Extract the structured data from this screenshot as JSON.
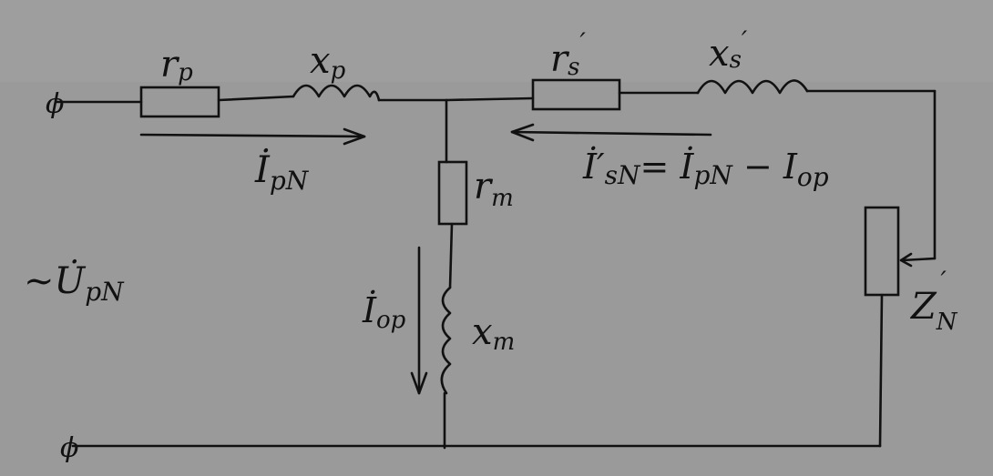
{
  "colors": {
    "paper": "#9a9a9a",
    "ink": "#111111"
  },
  "labels": {
    "r_primary": "r",
    "r_primary_sub": "p",
    "x_primary": "x",
    "x_primary_sub": "p",
    "r_secondary": "r",
    "r_secondary_sub": "s",
    "r_secondary_prime": "′",
    "x_secondary": "x",
    "x_secondary_sub": "s",
    "x_secondary_prime": "′",
    "r_magnetizing": "r",
    "r_magnetizing_sub": "m",
    "x_magnetizing": "x",
    "x_magnetizing_sub": "m",
    "z_load": "Z",
    "z_load_sub": "N",
    "z_load_prime": "′",
    "i_primary": "İ",
    "i_primary_sub": "pN",
    "i_secondary_eq": "İ′",
    "i_secondary_eq_sub": "sN",
    "i_secondary_rhs": "= İ",
    "i_secondary_rhs_sub": "pN",
    "i_secondary_minus": " − I",
    "i_secondary_minus_sub": "op",
    "i_zero": "İ",
    "i_zero_sub": "op",
    "voltage": "~U̇",
    "voltage_sub": "pN",
    "terminal_top": "ϕ",
    "terminal_bottom": "ϕ"
  }
}
